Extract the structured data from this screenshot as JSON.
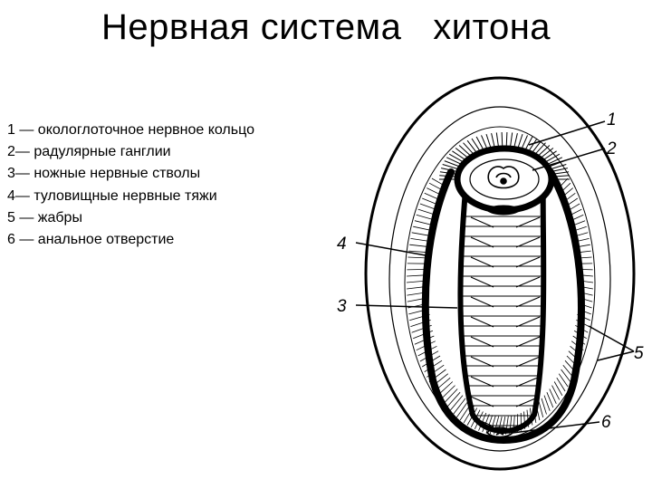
{
  "title": "Нервная система   хитона",
  "legend": [
    "1 — окологлоточное нервное кольцо",
    "2— радулярные ганглии",
    "3— ножные нервные стволы",
    "4— туловищные нервные тяжи",
    "5 — жабры",
    "6 — анальное отверстие"
  ],
  "labels": {
    "l1": "1",
    "l2": "2",
    "l3": "3",
    "l4": "4",
    "l5": "5",
    "l6": "6"
  }
}
